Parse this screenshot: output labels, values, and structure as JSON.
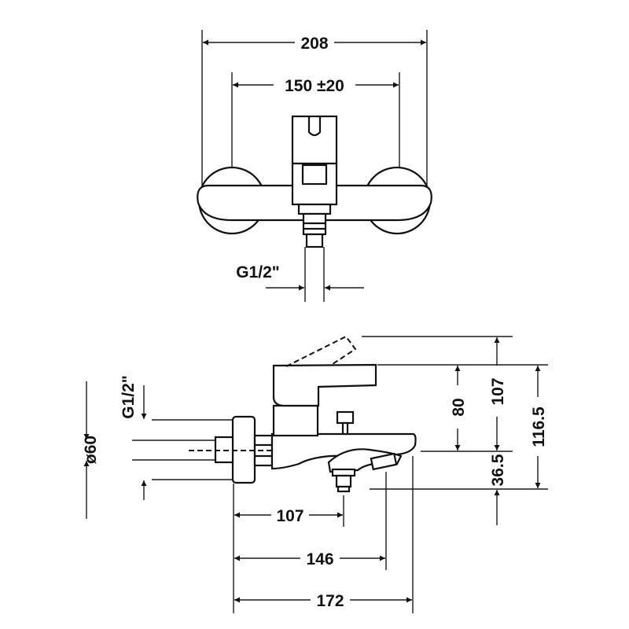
{
  "top_view": {
    "overall_width": "208",
    "center_distance": "150 ±20",
    "thread_label": "G1/2\""
  },
  "side_view": {
    "thread_label": "G1/2\"",
    "diameter_label": "ø60",
    "height_lever": "80",
    "height_top": "107",
    "height_total": "116.5",
    "height_bottom": "36.5",
    "length_short": "107",
    "length_mid": "146",
    "length_total": "172"
  },
  "colors": {
    "line": "#111111",
    "background": "#ffffff"
  }
}
